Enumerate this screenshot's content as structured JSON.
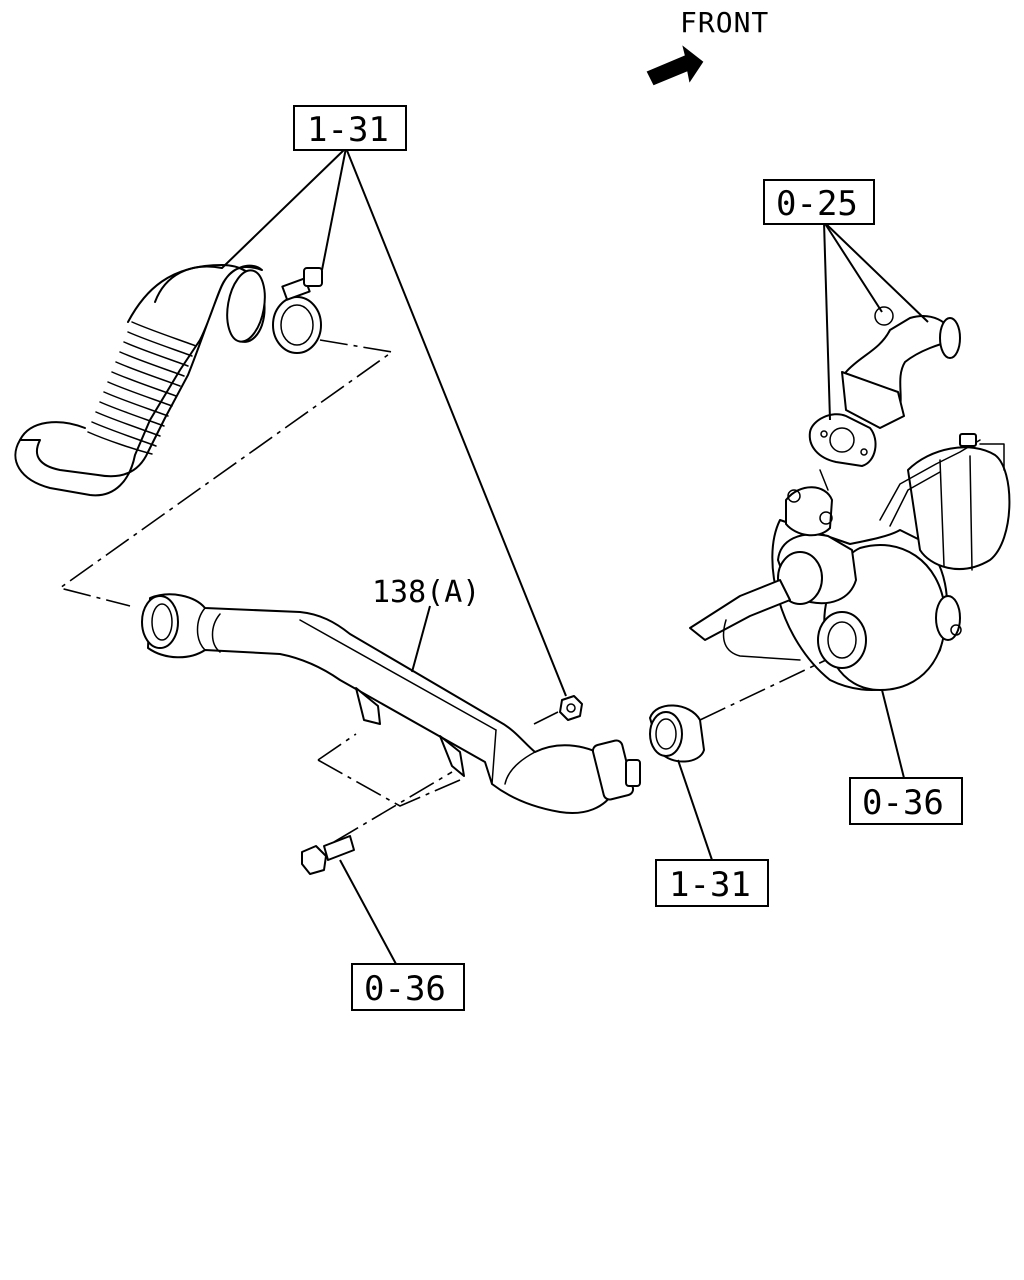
{
  "orientation": {
    "label": "FRONT",
    "arrow_icon": "front-arrow-icon"
  },
  "callouts": [
    {
      "id": "ref-top-left",
      "text": "1-31"
    },
    {
      "id": "ref-top-right",
      "text": "0-25"
    },
    {
      "id": "ref-pipe",
      "text": "138(A)"
    },
    {
      "id": "ref-turbo",
      "text": "0-36"
    },
    {
      "id": "ref-bottom-mid",
      "text": "1-31"
    },
    {
      "id": "ref-bolt",
      "text": "0-36"
    }
  ]
}
